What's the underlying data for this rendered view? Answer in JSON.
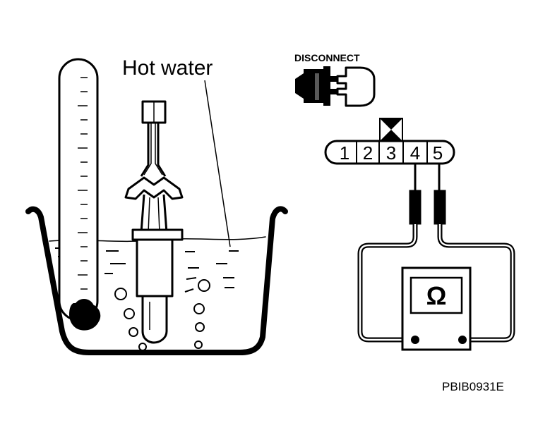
{
  "labels": {
    "hot_water": "Hot water",
    "disconnect": "DISCONNECT",
    "figure_code": "PBIB0931E",
    "ohm_symbol": "Ω"
  },
  "connector": {
    "terminals": [
      "1",
      "2",
      "3",
      "4",
      "5"
    ],
    "probed_terminals": [
      "4",
      "5"
    ]
  },
  "icons": {
    "disconnect": "disconnect-connector-icon",
    "ohmmeter": "ohmmeter-icon",
    "thermometer": "thermometer-icon",
    "sensor": "temperature-sensor-icon"
  },
  "colors": {
    "ink": "#000000",
    "background": "#ffffff"
  }
}
